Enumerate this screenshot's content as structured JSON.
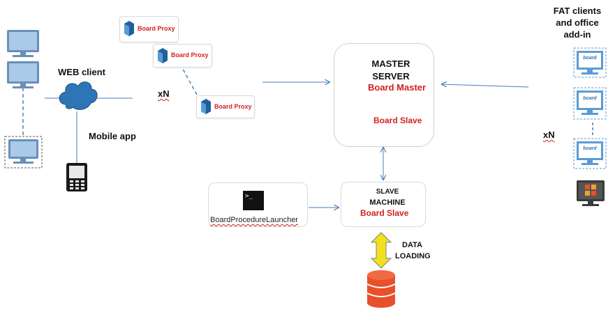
{
  "web": {
    "web_client": "WEB client",
    "mobile_app": "Mobile app",
    "multiplier": "xN"
  },
  "proxies": {
    "label": "Board Proxy"
  },
  "master": {
    "title_line1": "MASTER",
    "title_line2": "SERVER",
    "board_master": "Board Master",
    "board_slave": "Board Slave"
  },
  "slave": {
    "title_line1": "SLAVE",
    "title_line2": "MACHINE",
    "board_slave": "Board Slave"
  },
  "launcher": {
    "label": "BoardProcedureLauncher",
    "prompt": ">_"
  },
  "data_loading": {
    "line1": "DATA",
    "line2": "LOADING"
  },
  "fat": {
    "line1": "FAT clients",
    "line2": "and office",
    "line3": "add-in",
    "multiplier": "xN",
    "screen_logo": "board"
  },
  "colors": {
    "accent_red": "#d42020",
    "connector_blue": "#4a7ebb",
    "monitor_blue": "#5b9bd5",
    "cloud_blue": "#2e75b6",
    "db_orange": "#e8502a",
    "arrow_yellow": "#f0e020"
  }
}
